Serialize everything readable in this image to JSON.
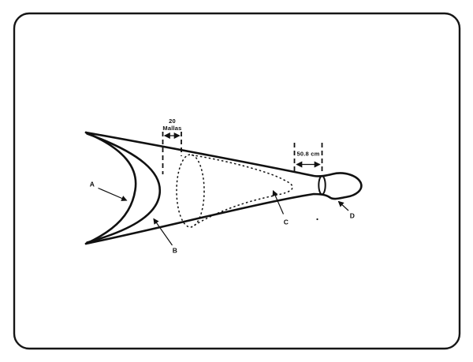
{
  "figure": {
    "type": "technical-line-diagram",
    "subject": "trawl-net-side-view-with-inner-funnel-and-codend",
    "background_color": "#ffffff",
    "line_color": "#111111"
  },
  "labels": {
    "a": "A",
    "b": "B",
    "c": "C",
    "d": "D"
  },
  "annotations": {
    "mesh_width": {
      "line1": "20",
      "line2": "Mallas"
    },
    "codend_length": {
      "text": "50.8 cm"
    }
  }
}
